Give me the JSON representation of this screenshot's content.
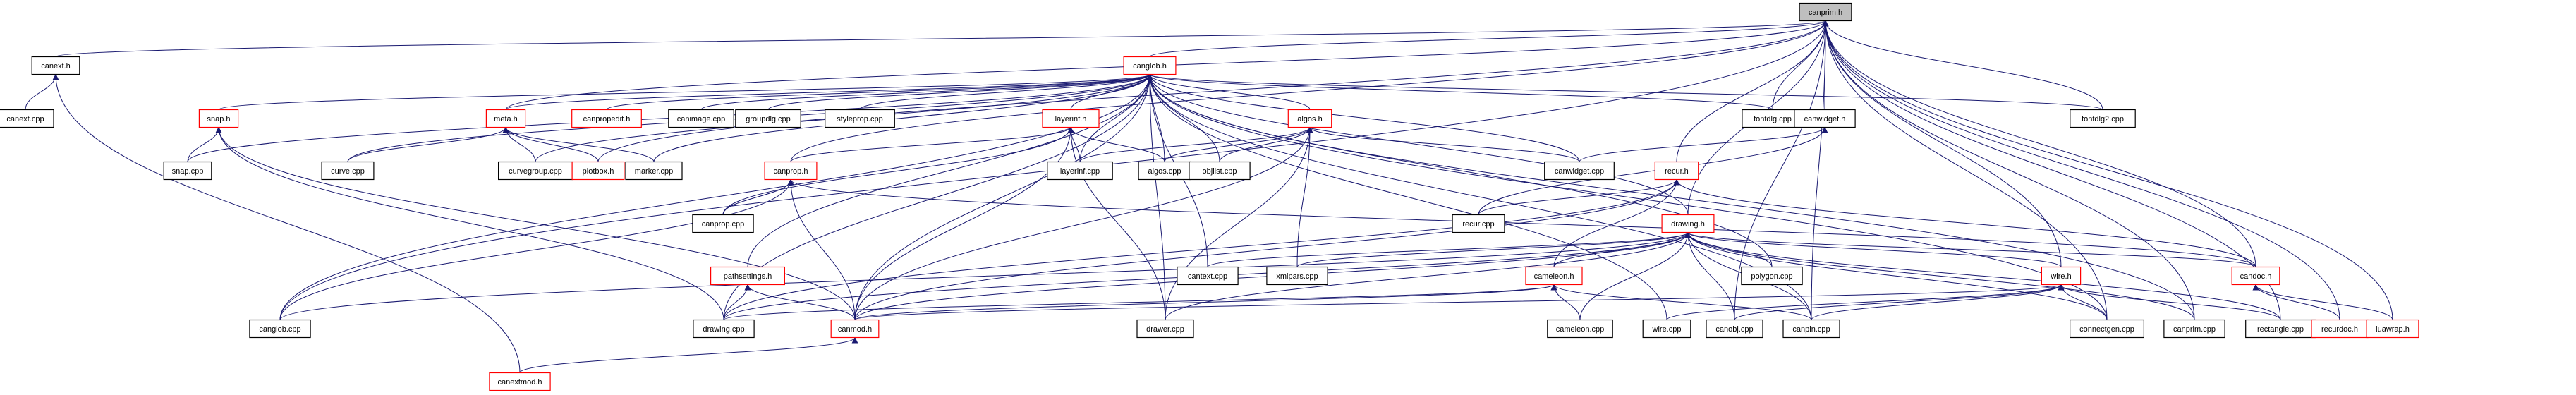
{
  "title": "canprim.h include dependency graph",
  "colors": {
    "edge": "#191970",
    "root_fill": "#bfbfbf",
    "root_border": "#000000",
    "normal_border": "#000000",
    "truncated_border": "#ff0000",
    "node_fill": "#ffffff"
  },
  "root": "canprim.h",
  "nodes": [
    {
      "id": "canprim_h",
      "label": "canprim.h",
      "kind": "root"
    },
    {
      "id": "canext_h",
      "label": "canext.h",
      "kind": "normal"
    },
    {
      "id": "canext_cpp",
      "label": "canext.cpp",
      "kind": "normal"
    },
    {
      "id": "canglob_h",
      "label": "canglob.h",
      "kind": "truncated"
    },
    {
      "id": "snap_h",
      "label": "snap.h",
      "kind": "truncated"
    },
    {
      "id": "snap_cpp",
      "label": "snap.cpp",
      "kind": "normal"
    },
    {
      "id": "meta_h",
      "label": "meta.h",
      "kind": "truncated"
    },
    {
      "id": "curve_cpp",
      "label": "curve.cpp",
      "kind": "normal"
    },
    {
      "id": "curvegroup_cpp",
      "label": "curvegroup.cpp",
      "kind": "normal"
    },
    {
      "id": "plotbox_h",
      "label": "plotbox.h",
      "kind": "truncated"
    },
    {
      "id": "marker_cpp",
      "label": "marker.cpp",
      "kind": "normal"
    },
    {
      "id": "canpropedit_h",
      "label": "canpropedit.h",
      "kind": "truncated"
    },
    {
      "id": "canimage_cpp",
      "label": "canimage.cpp",
      "kind": "normal"
    },
    {
      "id": "groupdlg_cpp",
      "label": "groupdlg.cpp",
      "kind": "normal"
    },
    {
      "id": "styleprop_cpp",
      "label": "styleprop.cpp",
      "kind": "normal"
    },
    {
      "id": "layerinf_h",
      "label": "layerinf.h",
      "kind": "truncated"
    },
    {
      "id": "layerinf_cpp",
      "label": "layerinf.cpp",
      "kind": "normal"
    },
    {
      "id": "algos_h",
      "label": "algos.h",
      "kind": "truncated"
    },
    {
      "id": "algos_cpp",
      "label": "algos.cpp",
      "kind": "normal"
    },
    {
      "id": "objlist_cpp",
      "label": "objlist.cpp",
      "kind": "normal"
    },
    {
      "id": "canprop_h",
      "label": "canprop.h",
      "kind": "truncated"
    },
    {
      "id": "canprop_cpp",
      "label": "canprop.cpp",
      "kind": "normal"
    },
    {
      "id": "canwidget_cpp",
      "label": "canwidget.cpp",
      "kind": "normal"
    },
    {
      "id": "fontdlg_cpp",
      "label": "fontdlg.cpp",
      "kind": "normal"
    },
    {
      "id": "canwidget_h",
      "label": "canwidget.h",
      "kind": "normal"
    },
    {
      "id": "fontdlg2_cpp",
      "label": "fontdlg2.cpp",
      "kind": "normal"
    },
    {
      "id": "recur_h",
      "label": "recur.h",
      "kind": "truncated"
    },
    {
      "id": "recur_cpp",
      "label": "recur.cpp",
      "kind": "normal"
    },
    {
      "id": "drawing_h",
      "label": "drawing.h",
      "kind": "truncated"
    },
    {
      "id": "pathsettings_h",
      "label": "pathsettings.h",
      "kind": "truncated"
    },
    {
      "id": "cantext_cpp",
      "label": "cantext.cpp",
      "kind": "normal"
    },
    {
      "id": "xmlpars_cpp",
      "label": "xmlpars.cpp",
      "kind": "normal"
    },
    {
      "id": "cameleon_h",
      "label": "cameleon.h",
      "kind": "truncated"
    },
    {
      "id": "polygon_cpp",
      "label": "polygon.cpp",
      "kind": "normal"
    },
    {
      "id": "wire_h",
      "label": "wire.h",
      "kind": "truncated"
    },
    {
      "id": "candoc_h",
      "label": "candoc.h",
      "kind": "truncated"
    },
    {
      "id": "canglob_cpp",
      "label": "canglob.cpp",
      "kind": "normal"
    },
    {
      "id": "drawing_cpp",
      "label": "drawing.cpp",
      "kind": "normal"
    },
    {
      "id": "canmod_h",
      "label": "canmod.h",
      "kind": "truncated"
    },
    {
      "id": "drawer_cpp",
      "label": "drawer.cpp",
      "kind": "normal"
    },
    {
      "id": "cameleon_cpp",
      "label": "cameleon.cpp",
      "kind": "normal"
    },
    {
      "id": "wire_cpp",
      "label": "wire.cpp",
      "kind": "normal"
    },
    {
      "id": "canobj_cpp",
      "label": "canobj.cpp",
      "kind": "normal"
    },
    {
      "id": "canpin_cpp",
      "label": "canpin.cpp",
      "kind": "normal"
    },
    {
      "id": "connectgen_cpp",
      "label": "connectgen.cpp",
      "kind": "normal"
    },
    {
      "id": "canprim_cpp",
      "label": "canprim.cpp",
      "kind": "normal"
    },
    {
      "id": "rectangle_cpp",
      "label": "rectangle.cpp",
      "kind": "normal"
    },
    {
      "id": "recurdoc_h",
      "label": "recurdoc.h",
      "kind": "truncated"
    },
    {
      "id": "luawrap_h",
      "label": "luawrap.h",
      "kind": "truncated"
    },
    {
      "id": "canextmod_h",
      "label": "canextmod.h",
      "kind": "truncated"
    }
  ],
  "edges": [
    [
      "canext_h",
      "canprim_h"
    ],
    [
      "canext_cpp",
      "canext_h"
    ],
    [
      "canextmod_h",
      "canext_h"
    ],
    [
      "canglob_h",
      "canprim_h"
    ],
    [
      "snap_h",
      "canglob_h"
    ],
    [
      "snap_cpp",
      "snap_h"
    ],
    [
      "snap_cpp",
      "canglob_h"
    ],
    [
      "drawing_cpp",
      "snap_h"
    ],
    [
      "canmod_h",
      "snap_h"
    ],
    [
      "meta_h",
      "canprim_h"
    ],
    [
      "meta_h",
      "canglob_h"
    ],
    [
      "curve_cpp",
      "meta_h"
    ],
    [
      "curvegroup_cpp",
      "meta_h"
    ],
    [
      "plotbox_h",
      "meta_h"
    ],
    [
      "marker_cpp",
      "meta_h"
    ],
    [
      "curve_cpp",
      "canglob_h"
    ],
    [
      "curvegroup_cpp",
      "canglob_h"
    ],
    [
      "plotbox_h",
      "canprim_h"
    ],
    [
      "marker_cpp",
      "canglob_h"
    ],
    [
      "canpropedit_h",
      "canglob_h"
    ],
    [
      "canimage_cpp",
      "canglob_h"
    ],
    [
      "groupdlg_cpp",
      "canglob_h"
    ],
    [
      "styleprop_cpp",
      "canglob_h"
    ],
    [
      "layerinf_h",
      "canglob_h"
    ],
    [
      "layerinf_cpp",
      "layerinf_h"
    ],
    [
      "layerinf_cpp",
      "canglob_h"
    ],
    [
      "algos_cpp",
      "layerinf_h"
    ],
    [
      "canprop_h",
      "layerinf_h"
    ],
    [
      "canprop_cpp",
      "layerinf_h"
    ],
    [
      "canmod_h",
      "layerinf_h"
    ],
    [
      "drawer_cpp",
      "layerinf_h"
    ],
    [
      "algos_h",
      "canglob_h"
    ],
    [
      "algos_cpp",
      "algos_h"
    ],
    [
      "algos_cpp",
      "canglob_h"
    ],
    [
      "objlist_cpp",
      "algos_h"
    ],
    [
      "objlist_cpp",
      "canglob_h"
    ],
    [
      "layerinf_cpp",
      "algos_h"
    ],
    [
      "canwidget_cpp",
      "algos_h"
    ],
    [
      "xmlpars_cpp",
      "algos_h"
    ],
    [
      "drawer_cpp",
      "algos_h"
    ],
    [
      "canmod_h",
      "algos_h"
    ],
    [
      "canprop_h",
      "canprim_h"
    ],
    [
      "canprop_cpp",
      "canprop_h"
    ],
    [
      "canglob_cpp",
      "canprop_h"
    ],
    [
      "canmod_h",
      "canprop_h"
    ],
    [
      "candoc_h",
      "canprop_h"
    ],
    [
      "canwidget_cpp",
      "canglob_h"
    ],
    [
      "fontdlg_cpp",
      "canprim_h"
    ],
    [
      "fontdlg_cpp",
      "canglob_h"
    ],
    [
      "canwidget_h",
      "canprim_h"
    ],
    [
      "canwidget_cpp",
      "canwidget_h"
    ],
    [
      "recur_cpp",
      "canwidget_h"
    ],
    [
      "fontdlg2_cpp",
      "canprim_h"
    ],
    [
      "fontdlg2_cpp",
      "canglob_h"
    ],
    [
      "recur_h",
      "canprim_h"
    ],
    [
      "recur_cpp",
      "recur_h"
    ],
    [
      "canmod_h",
      "recur_h"
    ],
    [
      "drawing_cpp",
      "recur_h"
    ],
    [
      "cameleon_h",
      "recur_h"
    ],
    [
      "candoc_h",
      "recur_h"
    ],
    [
      "drawing_h",
      "canprim_h"
    ],
    [
      "drawing_h",
      "canglob_h"
    ],
    [
      "cameleon_h",
      "drawing_h"
    ],
    [
      "polygon_cpp",
      "drawing_h"
    ],
    [
      "wire_h",
      "drawing_h"
    ],
    [
      "cantext_cpp",
      "drawing_h"
    ],
    [
      "xmlpars_cpp",
      "drawing_h"
    ],
    [
      "drawer_cpp",
      "drawing_h"
    ],
    [
      "canmod_h",
      "drawing_h"
    ],
    [
      "drawing_cpp",
      "drawing_h"
    ],
    [
      "canglob_cpp",
      "drawing_h"
    ],
    [
      "cameleon_cpp",
      "drawing_h"
    ],
    [
      "canobj_cpp",
      "drawing_h"
    ],
    [
      "canpin_cpp",
      "drawing_h"
    ],
    [
      "connectgen_cpp",
      "drawing_h"
    ],
    [
      "canprim_cpp",
      "drawing_h"
    ],
    [
      "candoc_h",
      "drawing_h"
    ],
    [
      "rectangle_cpp",
      "drawing_h"
    ],
    [
      "pathsettings_h",
      "canglob_h"
    ],
    [
      "drawing_cpp",
      "pathsettings_h"
    ],
    [
      "canmod_h",
      "pathsettings_h"
    ],
    [
      "cameleon_cpp",
      "cameleon_h"
    ],
    [
      "canmod_h",
      "cameleon_h"
    ],
    [
      "drawing_cpp",
      "cameleon_h"
    ],
    [
      "canpin_cpp",
      "cameleon_h"
    ],
    [
      "wire_cpp",
      "wire_h"
    ],
    [
      "canobj_cpp",
      "wire_h"
    ],
    [
      "canpin_cpp",
      "wire_h"
    ],
    [
      "connectgen_cpp",
      "wire_h"
    ],
    [
      "canmod_h",
      "wire_h"
    ],
    [
      "rectangle_cpp",
      "wire_h"
    ],
    [
      "candoc_h",
      "canprim_h"
    ],
    [
      "recurdoc_h",
      "candoc_h"
    ],
    [
      "luawrap_h",
      "candoc_h"
    ],
    [
      "recurdoc_h",
      "canprim_h"
    ],
    [
      "luawrap_h",
      "canprim_h"
    ],
    [
      "canprim_cpp",
      "canprim_h"
    ],
    [
      "rectangle_cpp",
      "canprim_h"
    ],
    [
      "connectgen_cpp",
      "canprim_h"
    ],
    [
      "canpin_cpp",
      "canprim_h"
    ],
    [
      "canobj_cpp",
      "canprim_h"
    ],
    [
      "wire_h",
      "canprim_h"
    ],
    [
      "canglob_cpp",
      "canprim_h"
    ],
    [
      "canglob_cpp",
      "canglob_h"
    ],
    [
      "drawing_cpp",
      "canglob_h"
    ],
    [
      "canmod_h",
      "canglob_h"
    ],
    [
      "drawer_cpp",
      "canglob_h"
    ],
    [
      "cantext_cpp",
      "canglob_h"
    ],
    [
      "wire_cpp",
      "canglob_h"
    ],
    [
      "connectgen_cpp",
      "canglob_h"
    ],
    [
      "canpin_cpp",
      "canglob_h"
    ],
    [
      "canprim_cpp",
      "canglob_h"
    ],
    [
      "canextmod_h",
      "canmod_h"
    ],
    [
      "polygon_cpp",
      "canglob_h"
    ]
  ]
}
